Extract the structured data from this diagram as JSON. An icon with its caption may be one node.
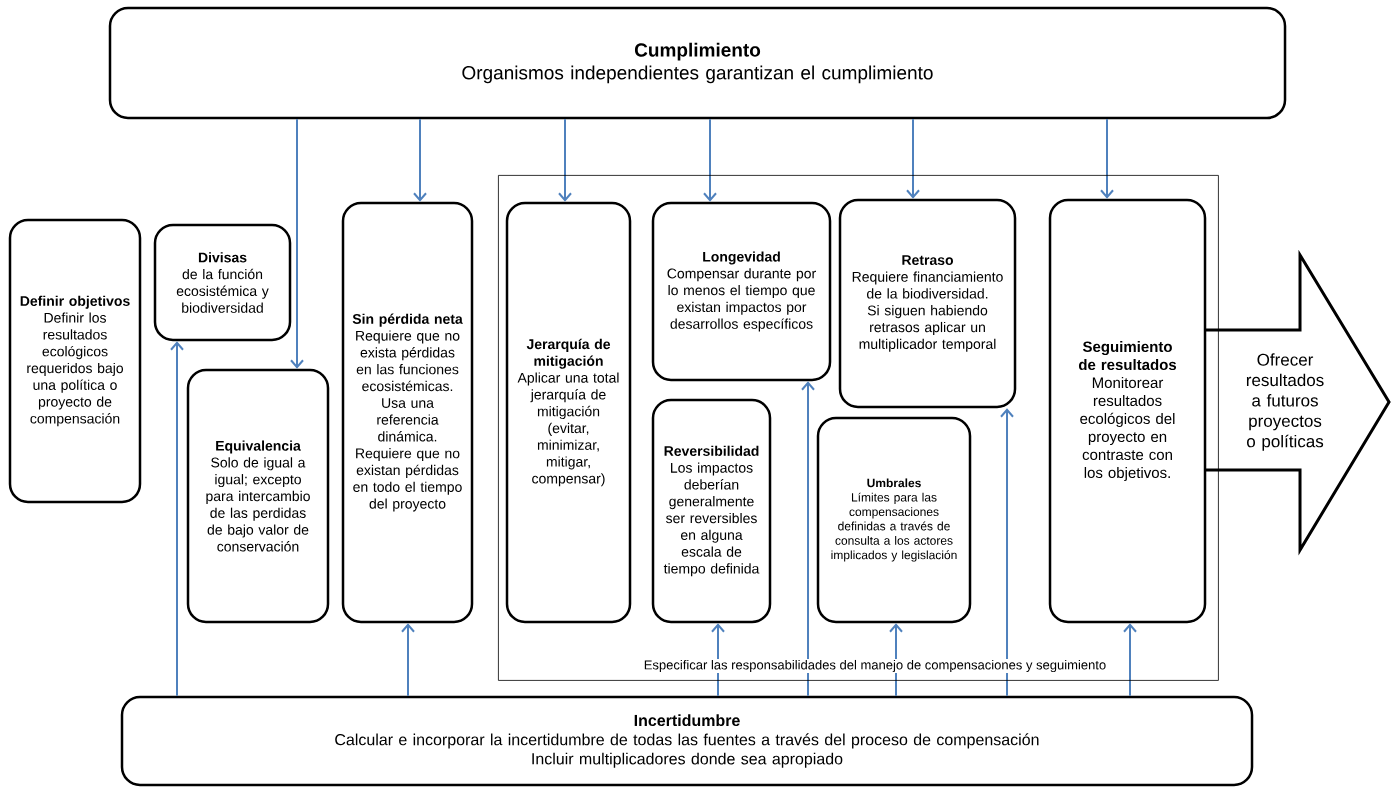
{
  "diagram": {
    "nodes": [
      {
        "text": [
          "Cumplimiento",
          "Organismos independientes garantizan el cumplimiento"
        ]
      },
      {
        "text": [
          "Definir objetivos",
          "Definir los resultados ecológicos requeridos bajo una política o proyecto de compensación"
        ]
      },
      {
        "text": [
          "Divisas",
          "de la función ecosistémica y biodiversidad"
        ]
      },
      {
        "text": [
          "Equivalencia",
          "Solo de igual a igual; excepto para intercambio de las perdidas de bajo valor de conservación"
        ]
      },
      {
        "text": [
          "Sin pérdida neta",
          "Requiere que no exista pérdidas en las funciones ecosistémicas. Usa una referencia dinámica. Requiere que no existan pérdidas en todo el tiempo del proyecto"
        ]
      },
      {
        "text": [
          "Especificar las responsabilidades del manejo de compensaciones y seguimiento"
        ]
      },
      {
        "text": [
          "Jerarquía de mitigación",
          "Aplicar una total jerarquía de mitigación (evitar, minimizar, mitigar, compensar)"
        ],
        "in": 5
      },
      {
        "text": [
          "Longevidad",
          "Compensar durante por lo menos el tiempo que existan impactos por desarrollos específicos"
        ],
        "in": 5
      },
      {
        "text": [
          "Reversibilidad",
          "Los impactos deberían generalmente ser reversibles en alguna escala de tiempo definida"
        ],
        "in": 5
      },
      {
        "text": [
          "Retraso",
          "Requiere financiamiento de la biodiversidad. Si siguen habiendo retrasos aplicar un multiplicador temporal"
        ],
        "in": 5
      },
      {
        "text": [
          "Umbrales",
          "Límites para las compensaciones definidas a través de consulta a los actores implicados y legislación"
        ],
        "in": 5
      },
      {
        "text": [
          "Seguimiento de resultados",
          "Monitorear resultados ecológicos del proyecto en contraste con los objetivos."
        ],
        "in": 5
      },
      {
        "text": [
          "Ofrecer resultados a futuros proyectos o políticas"
        ]
      },
      {
        "text": [
          "Incertidumbre",
          "Calcular e incorporar la incertidumbre de todas las fuentes a través del proceso de compensación",
          "Incluir multiplicadores donde sea apropiado"
        ]
      }
    ],
    "edges": [
      {
        "from": 0,
        "to": 3,
        "arrow": "to"
      },
      {
        "from": 0,
        "to": 4,
        "arrow": "to"
      },
      {
        "from": 0,
        "to": 6,
        "arrow": "to"
      },
      {
        "from": 0,
        "to": 7,
        "arrow": "to"
      },
      {
        "from": 0,
        "to": 9,
        "arrow": "to"
      },
      {
        "from": 0,
        "to": 11,
        "arrow": "to"
      },
      {
        "from": 13,
        "to": 2,
        "arrow": "to"
      },
      {
        "from": 13,
        "to": 4,
        "arrow": "to"
      },
      {
        "from": 13,
        "to": 8,
        "arrow": "to"
      },
      {
        "from": 13,
        "to": 7,
        "arrow": "to"
      },
      {
        "from": 13,
        "to": 10,
        "arrow": "to"
      },
      {
        "from": 13,
        "to": 9,
        "arrow": "to"
      },
      {
        "from": 13,
        "to": 11,
        "arrow": "to"
      }
    ]
  }
}
